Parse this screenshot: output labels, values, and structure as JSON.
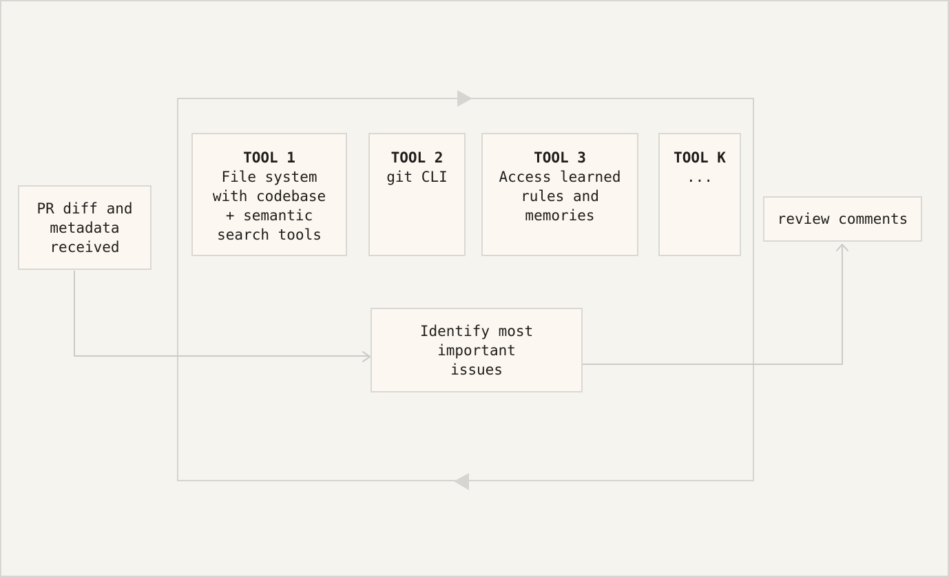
{
  "diagram": {
    "nodes": {
      "input": {
        "label": "PR diff and\nmetadata\nreceived"
      },
      "tool1": {
        "title": "TOOL 1",
        "label": "File system\nwith codebase\n+ semantic\nsearch tools"
      },
      "tool2": {
        "title": "TOOL 2",
        "label": "git CLI"
      },
      "tool3": {
        "title": "TOOL 3",
        "label": "Access learned\nrules and\nmemories"
      },
      "toolk": {
        "title": "TOOL K",
        "label": "..."
      },
      "identify": {
        "label": "Identify most\nimportant\nissues"
      },
      "output": {
        "label": "review comments"
      }
    },
    "colors": {
      "background": "#f6f4ef",
      "node_fill": "#fcf7f0",
      "node_border": "#dad8d4",
      "loop_border": "#d5d3cf",
      "connector_line": "#cccac7",
      "loop_arrow_fill": "#d7d5d1",
      "text": "#1e1d1b"
    },
    "icons": {
      "loop_top_arrow": "right-triangle",
      "loop_bottom_arrow": "left-triangle",
      "identify_entry_arrow": "right-chevron",
      "output_entry_arrow": "up-chevron"
    }
  }
}
